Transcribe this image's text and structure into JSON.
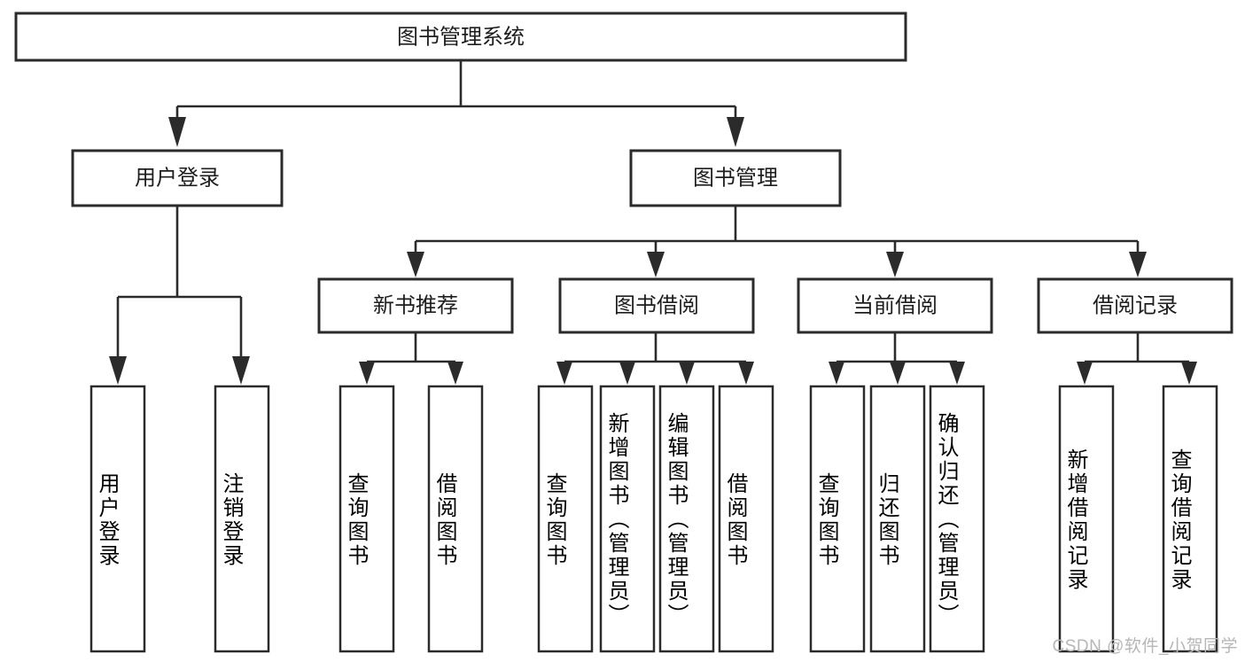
{
  "diagram": {
    "type": "tree-hierarchy",
    "title": "图书管理系统",
    "root": {
      "id": "root",
      "label": "图书管理系统"
    },
    "level2": [
      {
        "id": "user-login",
        "label": "用户登录"
      },
      {
        "id": "book-manage",
        "label": "图书管理"
      }
    ],
    "level3": [
      {
        "id": "new-book-rec",
        "label": "新书推荐",
        "parent": "book-manage"
      },
      {
        "id": "book-borrow",
        "label": "图书借阅",
        "parent": "book-manage"
      },
      {
        "id": "current-borrow",
        "label": "当前借阅",
        "parent": "book-manage"
      },
      {
        "id": "borrow-record",
        "label": "借阅记录",
        "parent": "book-manage"
      }
    ],
    "leaves": [
      {
        "id": "leaf-user-login",
        "label": "用户登录",
        "parent": "user-login"
      },
      {
        "id": "leaf-logout-login",
        "label": "注销登录",
        "parent": "user-login"
      },
      {
        "id": "leaf-query-book-1",
        "label": "查询图书",
        "parent": "new-book-rec"
      },
      {
        "id": "leaf-borrow-book-1",
        "label": "借阅图书",
        "parent": "new-book-rec"
      },
      {
        "id": "leaf-query-book-2",
        "label": "查询图书",
        "parent": "book-borrow"
      },
      {
        "id": "leaf-add-book",
        "label": "新增图书（管理员）",
        "parent": "book-borrow"
      },
      {
        "id": "leaf-edit-book",
        "label": "编辑图书（管理员）",
        "parent": "book-borrow"
      },
      {
        "id": "leaf-borrow-book-2",
        "label": "借阅图书",
        "parent": "book-borrow"
      },
      {
        "id": "leaf-query-book-3",
        "label": "查询图书",
        "parent": "current-borrow"
      },
      {
        "id": "leaf-return-book",
        "label": "归还图书",
        "parent": "current-borrow"
      },
      {
        "id": "leaf-confirm-return",
        "label": "确认归还（管理员）",
        "parent": "current-borrow"
      },
      {
        "id": "leaf-add-record",
        "label": "新增借阅记录",
        "parent": "borrow-record"
      },
      {
        "id": "leaf-query-record",
        "label": "查询借阅记录",
        "parent": "borrow-record"
      }
    ],
    "colors": {
      "stroke": "#2b2b2b",
      "fill": "#ffffff",
      "text": "#1d1d1d",
      "watermark": "#b6b6b6"
    }
  },
  "watermark": {
    "text": "CSDN @软件_小贺同学"
  }
}
